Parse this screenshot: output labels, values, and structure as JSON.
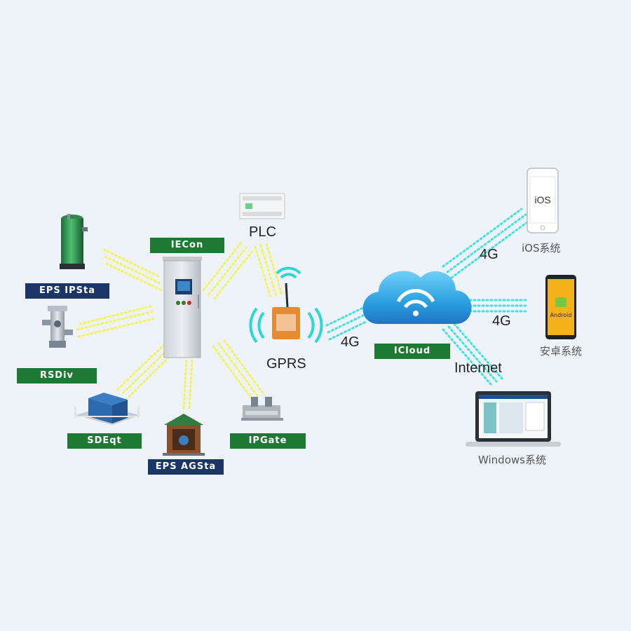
{
  "tags": {
    "iecon": "IECon",
    "eps_ipsta": "EPS  IPSta",
    "rsdiv": "RSDiv",
    "sdeqt": "SDEqt",
    "eps_agsta": "EPS  AGSta",
    "ipgate": "IPGate",
    "icloud": "ICloud"
  },
  "labels": {
    "plc": "PLC",
    "gprs": "GPRS",
    "link_4g_gprs": "4G",
    "link_4g_ios": "4G",
    "link_4g_android": "4G",
    "internet": "Internet",
    "ios_system": "iOS系统",
    "android_system": "安卓系统",
    "windows_system": "Windows系统"
  },
  "device_screens": {
    "ios_screen_text": "iOS",
    "android_screen_text": "Android"
  },
  "colors": {
    "dot_yellow": "#f3f35a",
    "dot_cyan": "#3fe3e0",
    "tag_green": "#1e7a33",
    "tag_navy": "#1b3566",
    "cloud_blue": "#2b9fe0",
    "background": "#eef3fa"
  }
}
